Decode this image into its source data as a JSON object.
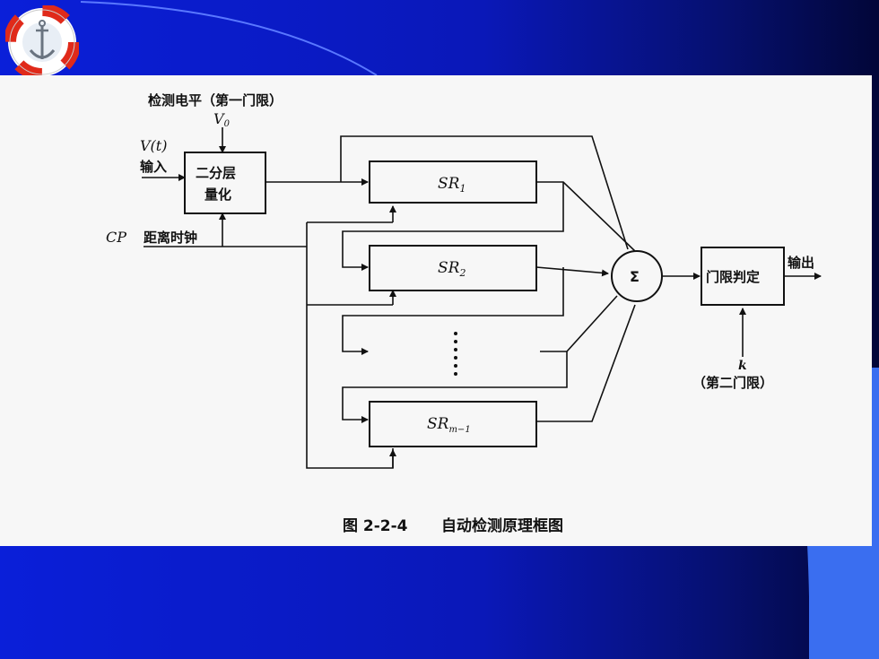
{
  "diagram": {
    "labels": {
      "level_label": "检测电平（第一门限）",
      "v0_main": "V",
      "v0_sub": "0",
      "vt": "V(t)",
      "input": "输入",
      "quant_line1": "二分层",
      "quant_line2": "量化",
      "cp_italic": "CP",
      "cp_text": "距离时钟",
      "sr1_main": "SR",
      "sr1_sub": "1",
      "sr2_main": "SR",
      "sr2_sub": "2",
      "srm_main": "SR",
      "srm_sub": "m−1",
      "sigma": "Σ",
      "decision": "门限判定",
      "output": "输出",
      "k": "k",
      "second_threshold": "（第二门限）",
      "caption_num": "图 2-2-4",
      "caption_text": "自动检测原理框图"
    }
  },
  "colors": {
    "slide_blue": "#0a1fd9",
    "slide_dark": "#020638",
    "panel_blue": "#3a6ef0",
    "figure_bg": "#f7f7f7",
    "ink": "#111111",
    "logo_red": "#e02a1a"
  },
  "icons": {
    "logo": "lifebuoy-anchor-icon"
  }
}
